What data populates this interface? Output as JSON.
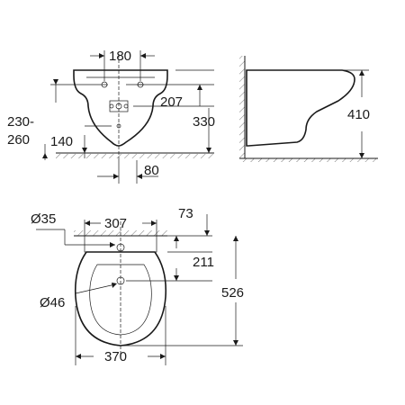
{
  "side_view": {
    "dim_top_width": "180",
    "dim_fixing_height": "207",
    "dim_range_line1": "230-",
    "dim_range_line2": "260",
    "dim_outlet_height": "140",
    "dim_total_height": "330",
    "dim_bottom_offset": "80"
  },
  "profile_view": {
    "dim_height": "410"
  },
  "plan_view": {
    "dim_top_diameter": "Ø35",
    "dim_top_width": "307",
    "dim_top_offset": "73",
    "dim_mid_depth": "211",
    "dim_bowl_diameter": "Ø46",
    "dim_total_depth": "526",
    "dim_bottom_width": "370"
  }
}
